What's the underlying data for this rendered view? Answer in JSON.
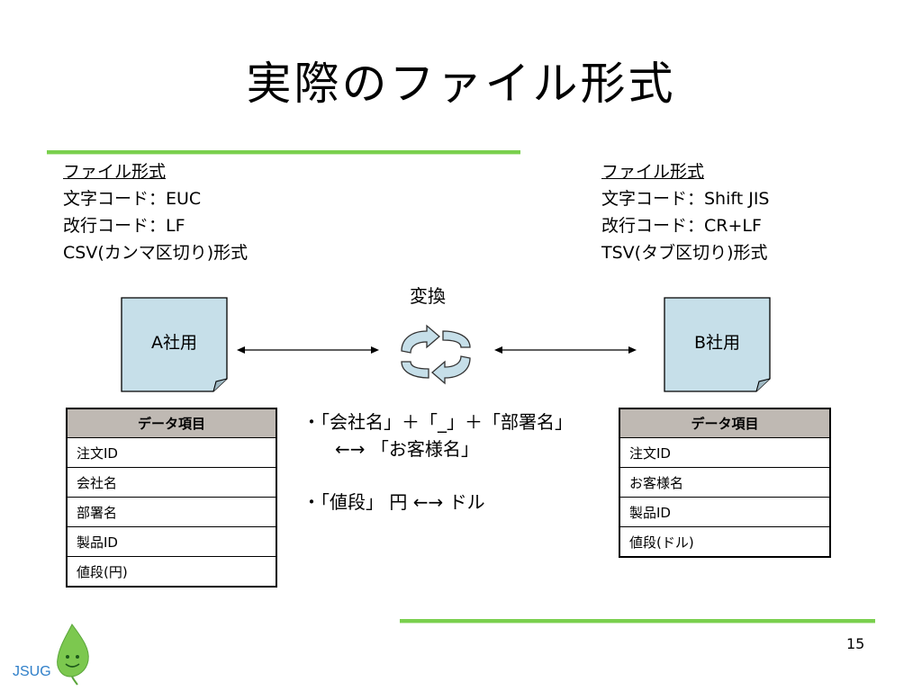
{
  "slide": {
    "title": "実際のファイル形式",
    "page_number": "15",
    "logo_text": "JSUG"
  },
  "left_spec": {
    "heading": "ファイル形式",
    "lines": [
      "文字コード：EUC",
      "改行コード：LF",
      "CSV(カンマ区切り)形式"
    ]
  },
  "right_spec": {
    "heading": "ファイル形式",
    "lines": [
      "文字コード：Shift JIS",
      "改行コード：CR+LF",
      "TSV(タブ区切り)形式"
    ]
  },
  "company_a": {
    "label": "A社用"
  },
  "company_b": {
    "label": "B社用"
  },
  "conversion": {
    "label": "変換"
  },
  "table_a": {
    "header": "データ項目",
    "rows": [
      "注文ID",
      "会社名",
      "部署名",
      "製品ID",
      "値段(円)"
    ]
  },
  "table_b": {
    "header": "データ項目",
    "rows": [
      "注文ID",
      "お客様名",
      "製品ID",
      "値段(ドル)"
    ]
  },
  "rules": {
    "line1": "・「会社名」＋「_」＋「部署名」",
    "line1b": "←→ 「お客様名」",
    "line2": "・「値段」 円 ←→ ドル"
  },
  "colors": {
    "green_rule": "#7ad04e",
    "document_fill": "#c6dfe9",
    "arrow_fill": "#c6dfe9",
    "table_header": "#bfb9b3",
    "logo_leaf": "#7cc84f",
    "logo_text": "#2f7fc9"
  }
}
